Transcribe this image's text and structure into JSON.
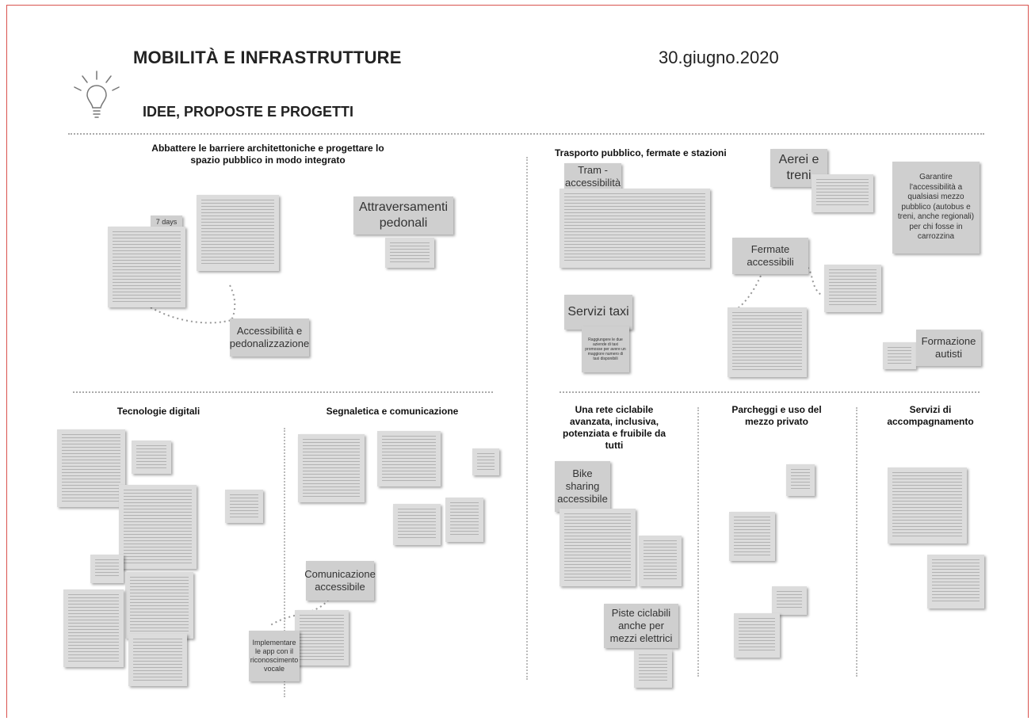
{
  "header": {
    "title": "MOBILITÀ E INFRASTRUTTURE",
    "subtitle": "IDEE, PROPOSTE E PROGETTI",
    "date": "30.giugno.2020"
  },
  "sections": {
    "barriere": "Abbattere le barriere architettoniche e progettare lo spazio pubblico in modo integrato",
    "trasporto": "Trasporto pubblico, fermate e stazioni",
    "tecnologie": "Tecnologie digitali",
    "segnaletica": "Segnaletica e comunicazione",
    "ciclabile": "Una rete ciclabile avanzata, inclusiva, potenziata e fruibile da tutti",
    "parcheggi": "Parcheggi e uso del mezzo privato",
    "servizi": "Servizi di accompagnamento"
  },
  "labels": {
    "seven_days": "7 days",
    "attraversamenti": "Attraversamenti pedonali",
    "accessibilita_pedonalizzazione": "Accessibilità e pedonalizzazione",
    "tram": "Tram - accessibilità",
    "aerei": "Aerei e treni",
    "garantire": "Garantire l'accessibilità a qualsiasi mezzo pubblico (autobus e treni, anche regionali) per chi fosse in carrozzina",
    "fermate": "Fermate accessibili",
    "taxi": "Servizi taxi",
    "taxi_note": "Raggiungere le due aziende di taxi promosse per avere un maggiore numero di taxi disponibili",
    "formazione": "Formazione autisti",
    "comunicazione": "Comunicazione accessibile",
    "implementare": "Implementare le app con il riconoscimento vocale",
    "bike": "Bike sharing accessibile",
    "piste": "Piste ciclabili anche per mezzi elettrici"
  }
}
